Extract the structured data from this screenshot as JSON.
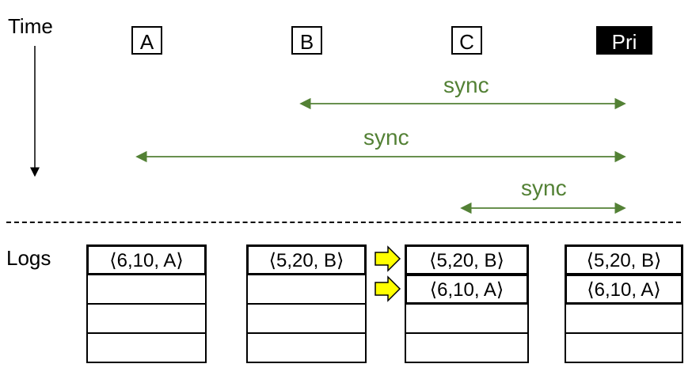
{
  "labels": {
    "time": "Time",
    "logs": "Logs"
  },
  "nodes": [
    {
      "id": "A",
      "label": "A"
    },
    {
      "id": "B",
      "label": "B"
    },
    {
      "id": "C",
      "label": "C"
    },
    {
      "id": "Pri",
      "label": "Pri"
    }
  ],
  "syncs": [
    {
      "label": "sync",
      "from": "B",
      "to": "Pri"
    },
    {
      "label": "sync",
      "from": "A",
      "to": "Pri"
    },
    {
      "label": "sync",
      "from": "C",
      "to": "Pri"
    }
  ],
  "logs": {
    "A": [
      "⟨6,10, A⟩",
      "",
      "",
      ""
    ],
    "B": [
      "⟨5,20, B⟩",
      "",
      "",
      ""
    ],
    "C": [
      "⟨5,20, B⟩",
      "⟨6,10, A⟩",
      "",
      ""
    ],
    "Pri": [
      "⟨5,20, B⟩",
      "⟨6,10, A⟩",
      "",
      ""
    ]
  },
  "colors": {
    "sync": "#538135",
    "arrow_fill": "#ffff00",
    "primary_bg": "#000000"
  },
  "icons": {
    "replication_arrow": "right-arrow-icon"
  }
}
